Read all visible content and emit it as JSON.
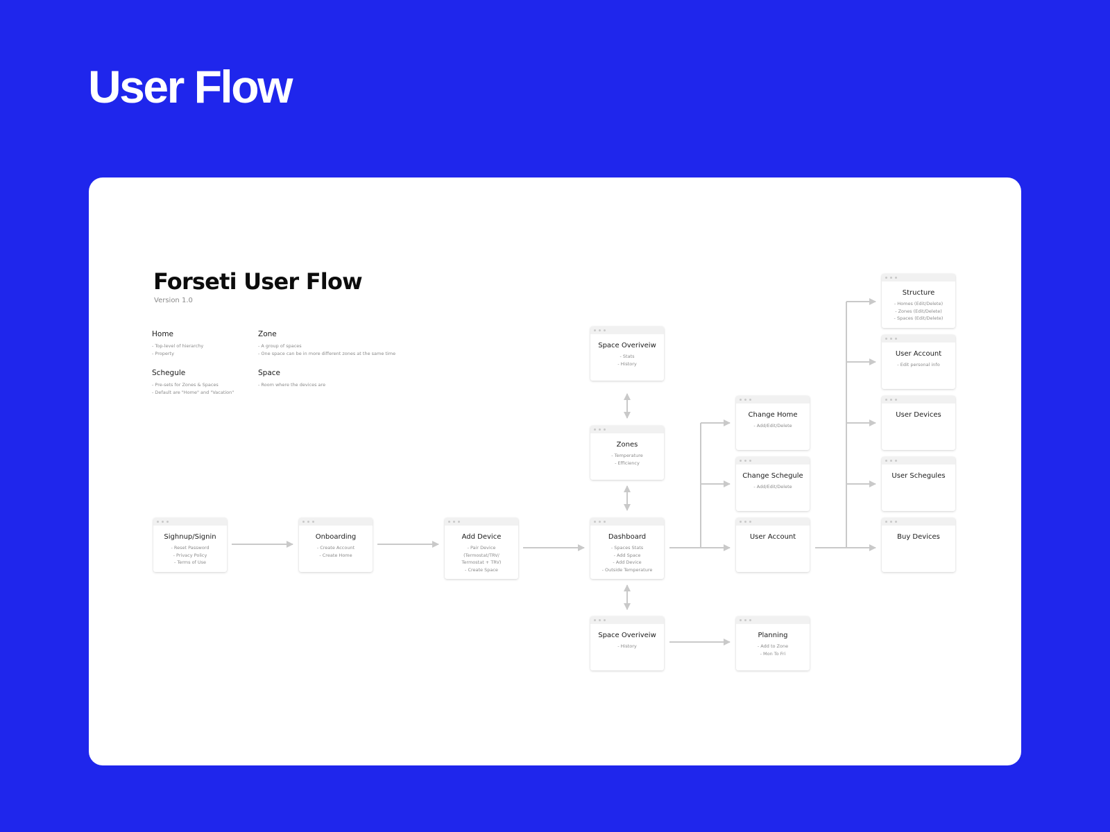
{
  "page": {
    "title": "User Flow"
  },
  "flow": {
    "title": "Forseti User Flow",
    "version": "Version 1.0"
  },
  "glossary": [
    {
      "term": "Home",
      "lines": [
        "- Top-level of hierarchy",
        "- Property"
      ]
    },
    {
      "term": "Zone",
      "lines": [
        "- A group of spaces",
        "- One space can be in more different zones at the same time"
      ]
    },
    {
      "term": "Schegule",
      "lines": [
        "- Pre-sets for Zones & Spaces",
        "- Default are \"Home\" and \"Vacation\""
      ]
    },
    {
      "term": "Space",
      "lines": [
        "- Room where the devices are"
      ]
    }
  ],
  "nodes": {
    "signup": {
      "title": "Sighnup/Signin",
      "lines": [
        "- Reset Password",
        "- Privacy Policy",
        "- Terms of Use"
      ]
    },
    "onboarding": {
      "title": "Onboarding",
      "lines": [
        "- Create Account",
        "- Create Home"
      ]
    },
    "add_device": {
      "title": "Add Device",
      "lines": [
        "- Pair Device",
        "(Termostat/TRV/",
        "Termostat + TRV)",
        "- Create Space"
      ]
    },
    "dashboard": {
      "title": "Dashboard",
      "lines": [
        "- Spaces Stats",
        "- Add Space",
        "- Add Device",
        "- Outside Temperature"
      ]
    },
    "space_overview_top": {
      "title": "Space Overiveiw",
      "lines": [
        "- Stats",
        "- History"
      ]
    },
    "zones": {
      "title": "Zones",
      "lines": [
        "- Temperature",
        "- Efficiency"
      ]
    },
    "space_overview_bottom": {
      "title": "Space Overiveiw",
      "lines": [
        "- History"
      ]
    },
    "change_home": {
      "title": "Change Home",
      "lines": [
        "- Add/Edit/Delete"
      ]
    },
    "change_schegule": {
      "title": "Change Schegule",
      "lines": [
        "- Add/Edit/Delete"
      ]
    },
    "user_account_mid": {
      "title": "User Account",
      "lines": []
    },
    "planning": {
      "title": "Planning",
      "lines": [
        "- Add to Zone",
        "- Mon To Fri"
      ]
    },
    "structure": {
      "title": "Structure",
      "lines": [
        "- Homes (Edit/Delete)",
        "- Zones (Edit/Delete)",
        "- Spaces (Edit/Delete)"
      ]
    },
    "user_account_right": {
      "title": "User Account",
      "lines": [
        "- Edit personal info"
      ]
    },
    "user_devices": {
      "title": "User Devices",
      "lines": []
    },
    "user_schegules": {
      "title": "User Schegules",
      "lines": []
    },
    "buy_devices": {
      "title": "Buy Devices",
      "lines": []
    }
  },
  "colors": {
    "background": "#1f26ec",
    "canvas": "#ffffff",
    "connector": "#c9c9c9"
  }
}
